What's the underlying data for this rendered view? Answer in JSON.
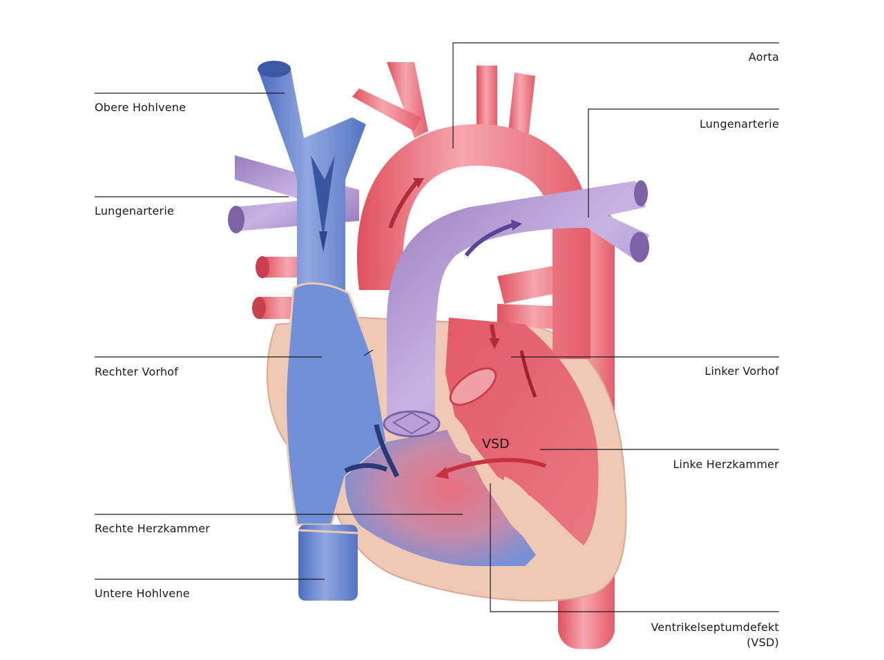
{
  "labels": {
    "obere_hohlvene": "Obere Hohlvene",
    "lungenarterie_left": "Lungenarterie",
    "rechter_vorhof": "Rechter Vorhof",
    "rechte_herzkammer": "Rechte Herzkammer",
    "untere_hohlvene": "Untere Hohlvene",
    "aorta": "Aorta",
    "lungenarterie_right": "Lungenarterie",
    "linker_vorhof": "Linker Vorhof",
    "linke_herzkammer": "Linke Herzkammer",
    "ventrikelseptumdefekt": "Ventrikelseptumdefekt\n(VSD)",
    "vsd": "VSD"
  },
  "colors": {
    "venous_blue": "#6f8fd0",
    "venous_dark": "#3b55a0",
    "arterial_red": "#e8606e",
    "arterial_light": "#f2a0a8",
    "pulmonary_purple": "#a98cc8",
    "myocardium_beige": "#efc9b4",
    "leader_line": "#1a1a1a"
  }
}
